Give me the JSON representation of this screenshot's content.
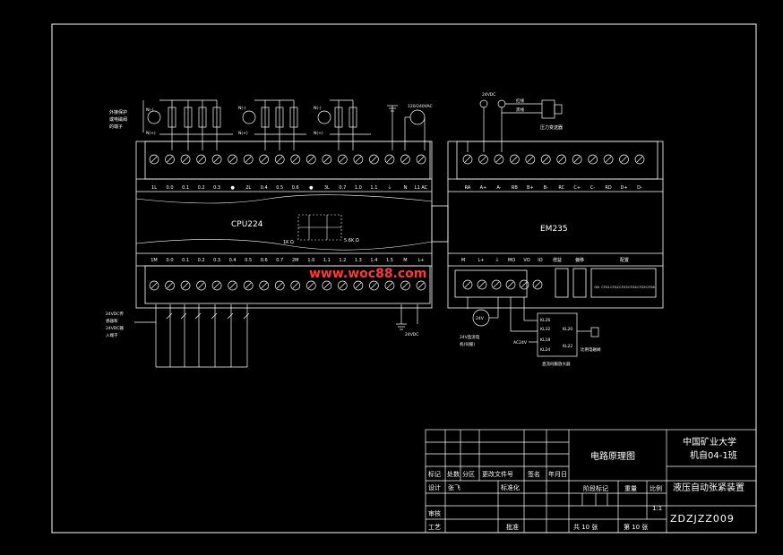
{
  "diagram": {
    "cpu_label": "CPU224",
    "em_label": "EM235",
    "watermark": "www.woc88.com",
    "top_terminals": [
      "1L",
      "0.0",
      "0.1",
      "0.2",
      "0.3",
      "●",
      "2L",
      "0.4",
      "0.5",
      "0.6",
      "●",
      "3L",
      "0.7",
      "1.0",
      "1.1",
      "⏚",
      "N",
      "L1 AC"
    ],
    "bottom_terminals": [
      "1M",
      "0.0",
      "0.1",
      "0.2",
      "0.3",
      "0.4",
      "0.5",
      "0.6",
      "0.7",
      "2M",
      "1.0",
      "1.1",
      "1.2",
      "1.3",
      "1.4",
      "1.5",
      "M",
      "L+"
    ],
    "em_top_terminals": [
      "RA",
      "A+",
      "A-",
      "RB",
      "B+",
      "B-",
      "RC",
      "C+",
      "C-",
      "RD",
      "D+",
      "D-"
    ],
    "em_bottom_labels": [
      "M",
      "L+",
      "⏚",
      "MO",
      "VO",
      "IO",
      "增益",
      "偏移",
      "配置"
    ],
    "em_config_labels": [
      "ON",
      "CFG1",
      "CFG2",
      "CFG3",
      "CFG4",
      "CFG5",
      "CFG6"
    ],
    "left_top_note": [
      "外接保护",
      "或电磁阀",
      "的端子"
    ],
    "left_bottom_note": [
      "24VDC传",
      "感器和",
      "24VDC输",
      "入端子"
    ],
    "supply_120": "120/240VAC",
    "supply_24_bottom": "24VDC",
    "em_24vdc": "24VDC",
    "em_red": "红线",
    "em_black": "黑线",
    "pressure_sensor": "压力变送器",
    "motor_label": "24V",
    "motor_caption": [
      "24V直流电",
      "机(伺服)"
    ],
    "relay_labels": [
      "KL26",
      "KL32",
      "KL18",
      "KL24",
      "KL20",
      "KL22"
    ],
    "ac24": "AC24V",
    "relay_caption": "直流伺服放大器",
    "valve_caption": "比例电磁阀",
    "resistor_a": "1K Ω",
    "resistor_b": "5.6K Ω",
    "n_labels": [
      "N(-)",
      "N(+)",
      "N(-)",
      "N(+)",
      "N(-)",
      "N(+)"
    ]
  },
  "title_block": {
    "school": "中国矿业大学",
    "class": "机自04-1班",
    "drawing": "电路原理图",
    "project": "液压自动张紧装置",
    "code": "ZDZJZZ009",
    "row_marks": [
      "标记",
      "处数",
      "分区",
      "更改文件号",
      "签名",
      "年月日"
    ],
    "design": "设计",
    "designer": "张飞",
    "standard": "标准化",
    "stage": "阶段标记",
    "weight": "重量",
    "scale": "比例",
    "scale_value": "1:1",
    "review": "审核",
    "process": "工艺",
    "approve": "批准",
    "total": "共 10 张",
    "sheet": "第 10 张"
  }
}
